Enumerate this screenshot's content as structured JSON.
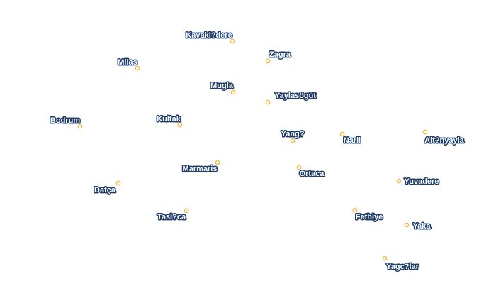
{
  "map": {
    "places": [
      {
        "name": "Kavakl?dere"
      },
      {
        "name": "Zagra"
      },
      {
        "name": "Milas"
      },
      {
        "name": "Mugla"
      },
      {
        "name": "Yaylasögüt"
      },
      {
        "name": "Bodrum"
      },
      {
        "name": "Kultak"
      },
      {
        "name": "Yang?"
      },
      {
        "name": "Narli"
      },
      {
        "name": "Alt?nyayla"
      },
      {
        "name": "Marmaris"
      },
      {
        "name": "Ortaca"
      },
      {
        "name": "Datça"
      },
      {
        "name": "Yuvadere"
      },
      {
        "name": "Tasl?ca"
      },
      {
        "name": "Fethiye"
      },
      {
        "name": "Yaka"
      },
      {
        "name": "Yagc?lar"
      }
    ],
    "colors": {
      "marker_fill": "#fff6e0",
      "marker_stroke": "#f0b84a",
      "label_halo": "#1f3d6b",
      "label_text": "#ffffff"
    }
  }
}
